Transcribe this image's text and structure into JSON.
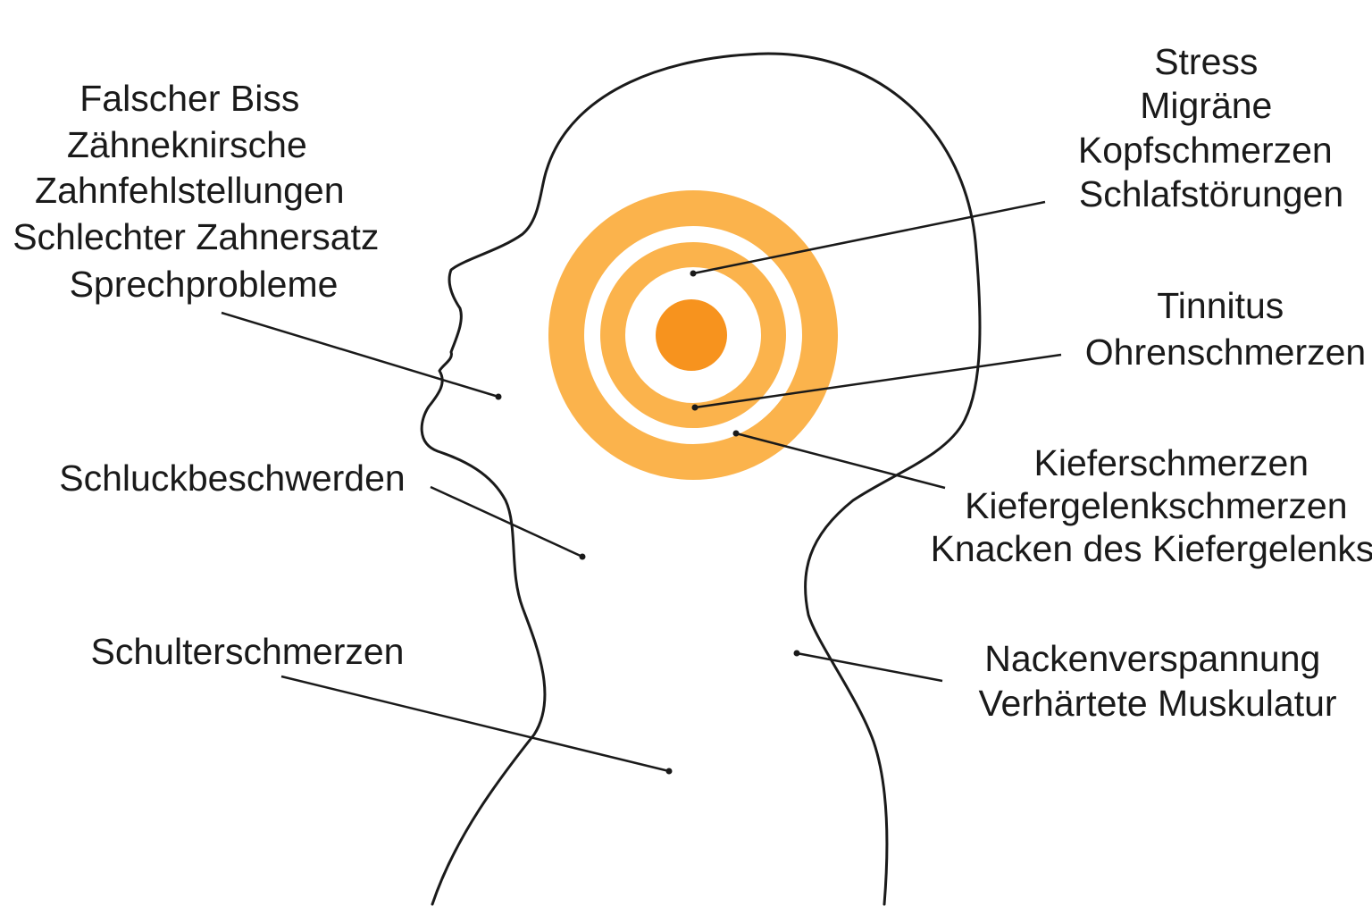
{
  "colors": {
    "ring": "#fbb34c",
    "core": "#f7931e",
    "outline": "#1a1a1a",
    "background": "#ffffff"
  },
  "labels": {
    "mouth": [
      "Falscher Biss",
      "Zähneknirsche",
      "Zahnfehlstellungen",
      "Schlechter Zahnersatz",
      "Sprechprobleme"
    ],
    "head": [
      "Stress",
      "Migräne",
      "Kopfschmerzen",
      "Schlafstörungen"
    ],
    "ear": [
      "Tinnitus",
      "Ohrenschmerzen"
    ],
    "jaw": [
      "Kieferschmerzen",
      "Kiefergelenkschmerzen",
      "Knacken des Kiefergelenks"
    ],
    "throat": [
      "Schluckbeschwerden"
    ],
    "shoulder": [
      "Schulterschmerzen"
    ],
    "neck": [
      "Nackenverspannung",
      "Verhärtete Muskulatur"
    ]
  }
}
